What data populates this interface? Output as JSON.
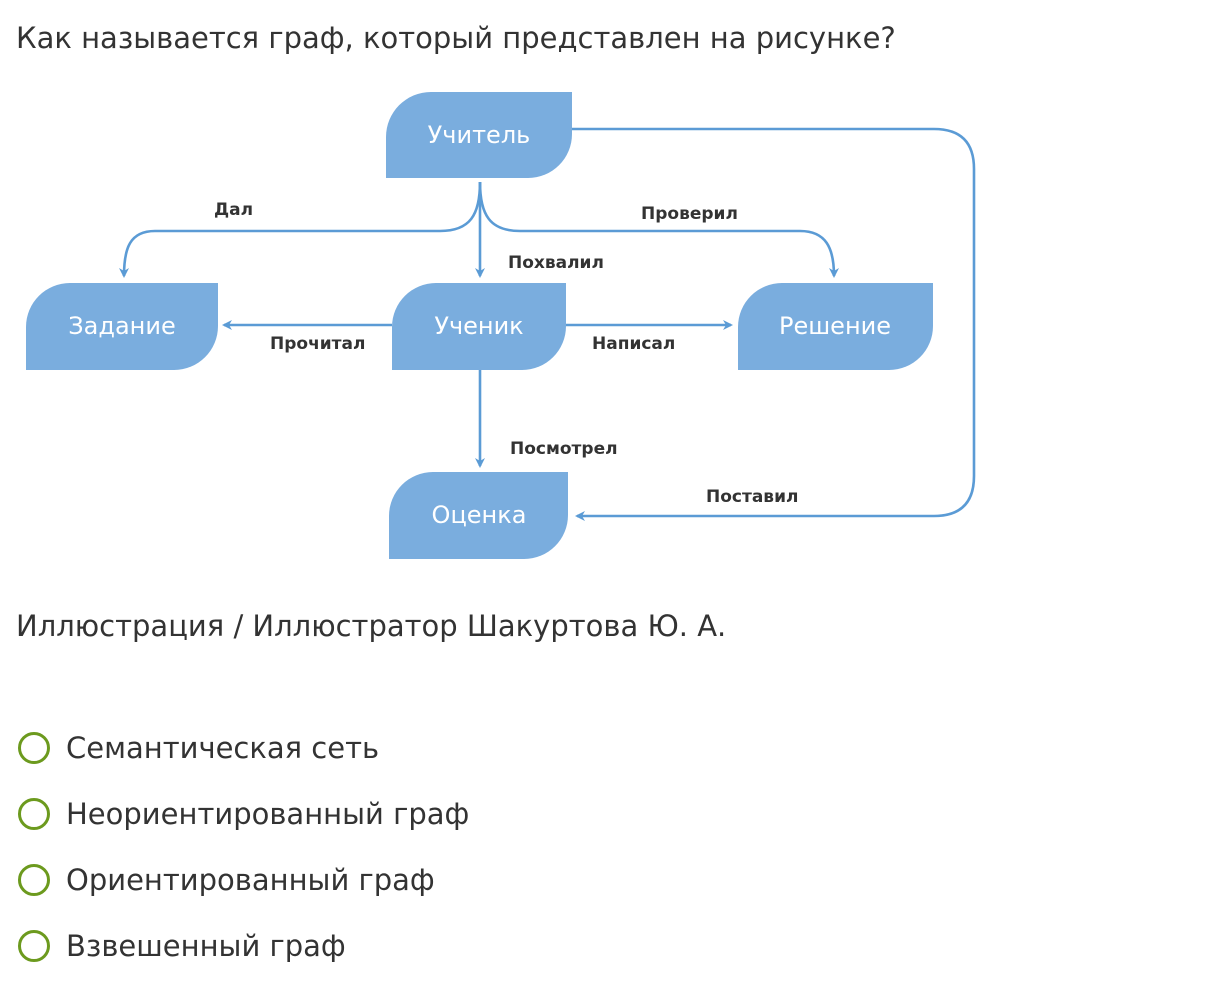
{
  "question": {
    "text": "Как называется граф, который представлен на рисунке?"
  },
  "diagram": {
    "colors": {
      "node_fill": "#7aadde",
      "edge_stroke": "#5b9bd5",
      "node_text": "#ffffff",
      "edge_text": "#333333"
    },
    "nodes": {
      "teacher": "Учитель",
      "task": "Задание",
      "student": "Ученик",
      "solution": "Решение",
      "grade": "Оценка"
    },
    "edges": {
      "gave": "Дал",
      "checked": "Проверил",
      "praised": "Похвалил",
      "read": "Прочитал",
      "wrote": "Написал",
      "looked": "Посмотрел",
      "assigned": "Поставил"
    }
  },
  "caption": {
    "text": "Иллюстрация / Иллюстратор Шакуртова Ю. А."
  },
  "options": [
    {
      "label": "Семантическая сеть",
      "selected": false
    },
    {
      "label": "Неориентированный граф",
      "selected": false
    },
    {
      "label": "Ориентированный граф",
      "selected": false
    },
    {
      "label": "Взвешенный граф",
      "selected": false
    }
  ],
  "accent_color": "#6c9a1e"
}
